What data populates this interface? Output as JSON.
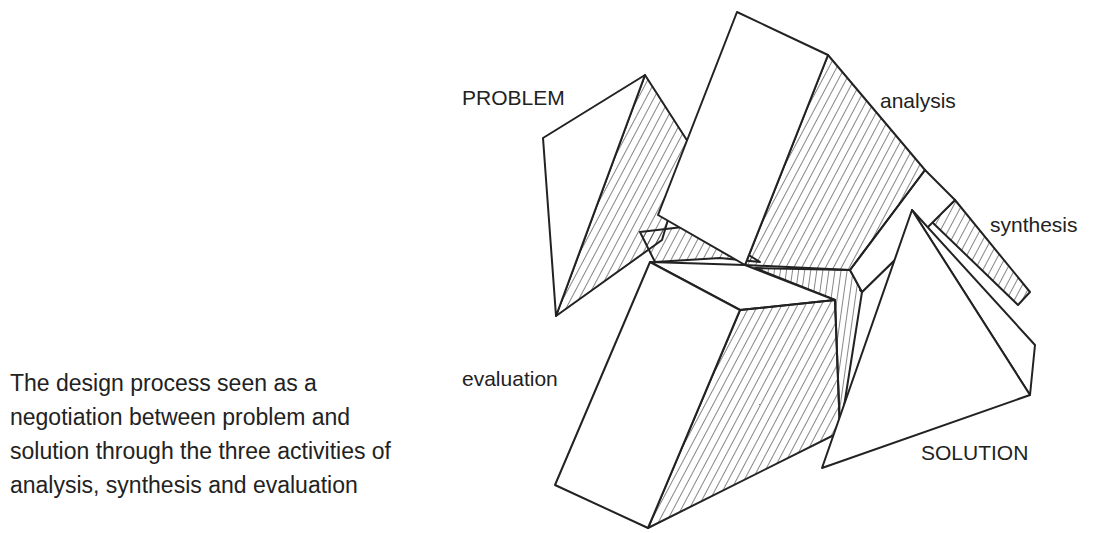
{
  "diagram": {
    "caption": "The design process seen as a negotiation between problem and solution through the three activities of analysis, synthesis and evaluation",
    "labels": [
      "PROBLEM",
      "analysis",
      "synthesis",
      "evaluation",
      "SOLUTION"
    ]
  }
}
